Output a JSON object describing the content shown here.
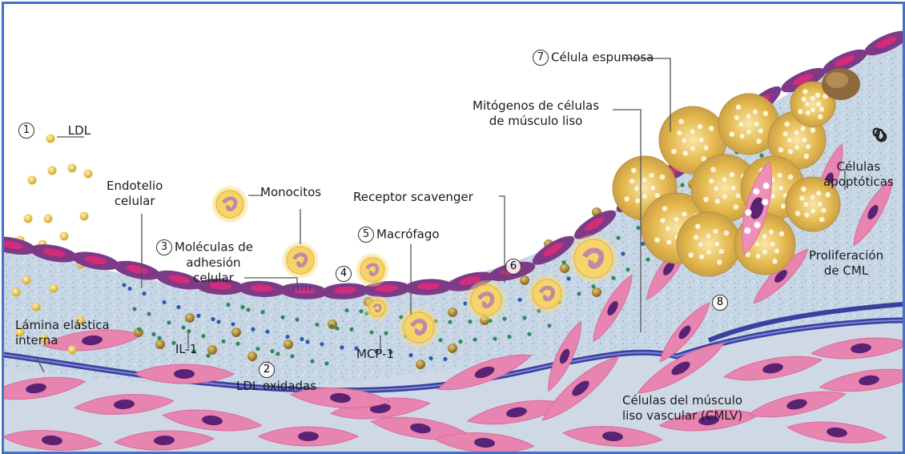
{
  "labels": {
    "ldl": "LDL",
    "endotelio": "Endotelio celular",
    "monocitos": "Monocitos",
    "moleculas": "Moléculas de adhesión celular",
    "receptor": "Receptor scavenger",
    "macrofago": "Macrófago",
    "mitogenos": "Mitógenos de células de músculo liso",
    "celula_espumosa": "Célula espumosa",
    "apoptoticas": "Células apoptóticas",
    "proliferacion": "Proliferación de CML",
    "lamina": "Lámina elástica interna",
    "il1": "IL-1",
    "ldl_oxidadas": "LDL oxidadas",
    "mcp1": "MCP-1",
    "cmlv": "Células del músculo liso vascular (CMLV)"
  },
  "lines": {
    "endotelio": [
      "Endotelio",
      "celular"
    ],
    "moleculas": [
      "Moléculas de",
      "adhesión",
      "celular"
    ],
    "mitogenos": [
      "Mitógenos de células",
      "de músculo liso"
    ],
    "apoptoticas": [
      "Células",
      "apoptóticas"
    ],
    "proliferacion": [
      "Proliferación",
      "de CML"
    ],
    "lamina": [
      "Lámina elástica",
      "interna"
    ],
    "cmlv": [
      "Células del músculo",
      "liso vascular (CMLV)"
    ]
  },
  "numbers": [
    "1",
    "2",
    "3",
    "4",
    "5",
    "6",
    "7",
    "8"
  ],
  "colors": {
    "frame": "#4472c4",
    "endothelium": "#7d3a86",
    "nucleus": "#d42c7a",
    "smc": "#e884b0",
    "smc_nucleus": "#5a2273",
    "lamina": "#3b3f9e",
    "ldl": "#e8c23d",
    "oxldl": "#a9852d",
    "chemokine": "#2e8b57",
    "monocyte": "#f2c850",
    "intima": "#c3d3e3"
  }
}
